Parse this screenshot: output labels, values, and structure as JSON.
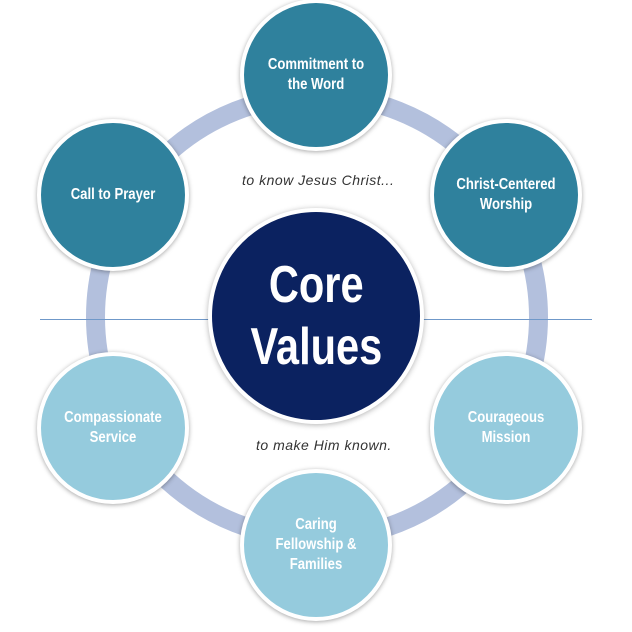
{
  "center": {
    "line1": "Core",
    "line2": "Values"
  },
  "taglines": {
    "top": "to know Jesus Christ...",
    "bottom": "to make Him known."
  },
  "values": [
    {
      "label": "Commitment to the Word",
      "tone": "dark"
    },
    {
      "label": "Christ-Centered Worship",
      "tone": "dark"
    },
    {
      "label": "Courageous Mission",
      "tone": "light"
    },
    {
      "label": "Caring Fellowship & Families",
      "tone": "light"
    },
    {
      "label": "Compassionate Service",
      "tone": "light"
    },
    {
      "label": "Call to Prayer",
      "tone": "dark"
    }
  ],
  "colors": {
    "dark": "#2f819d",
    "light": "#95cbdd",
    "center": "#0b2260",
    "ring": "#b3c0dd"
  }
}
